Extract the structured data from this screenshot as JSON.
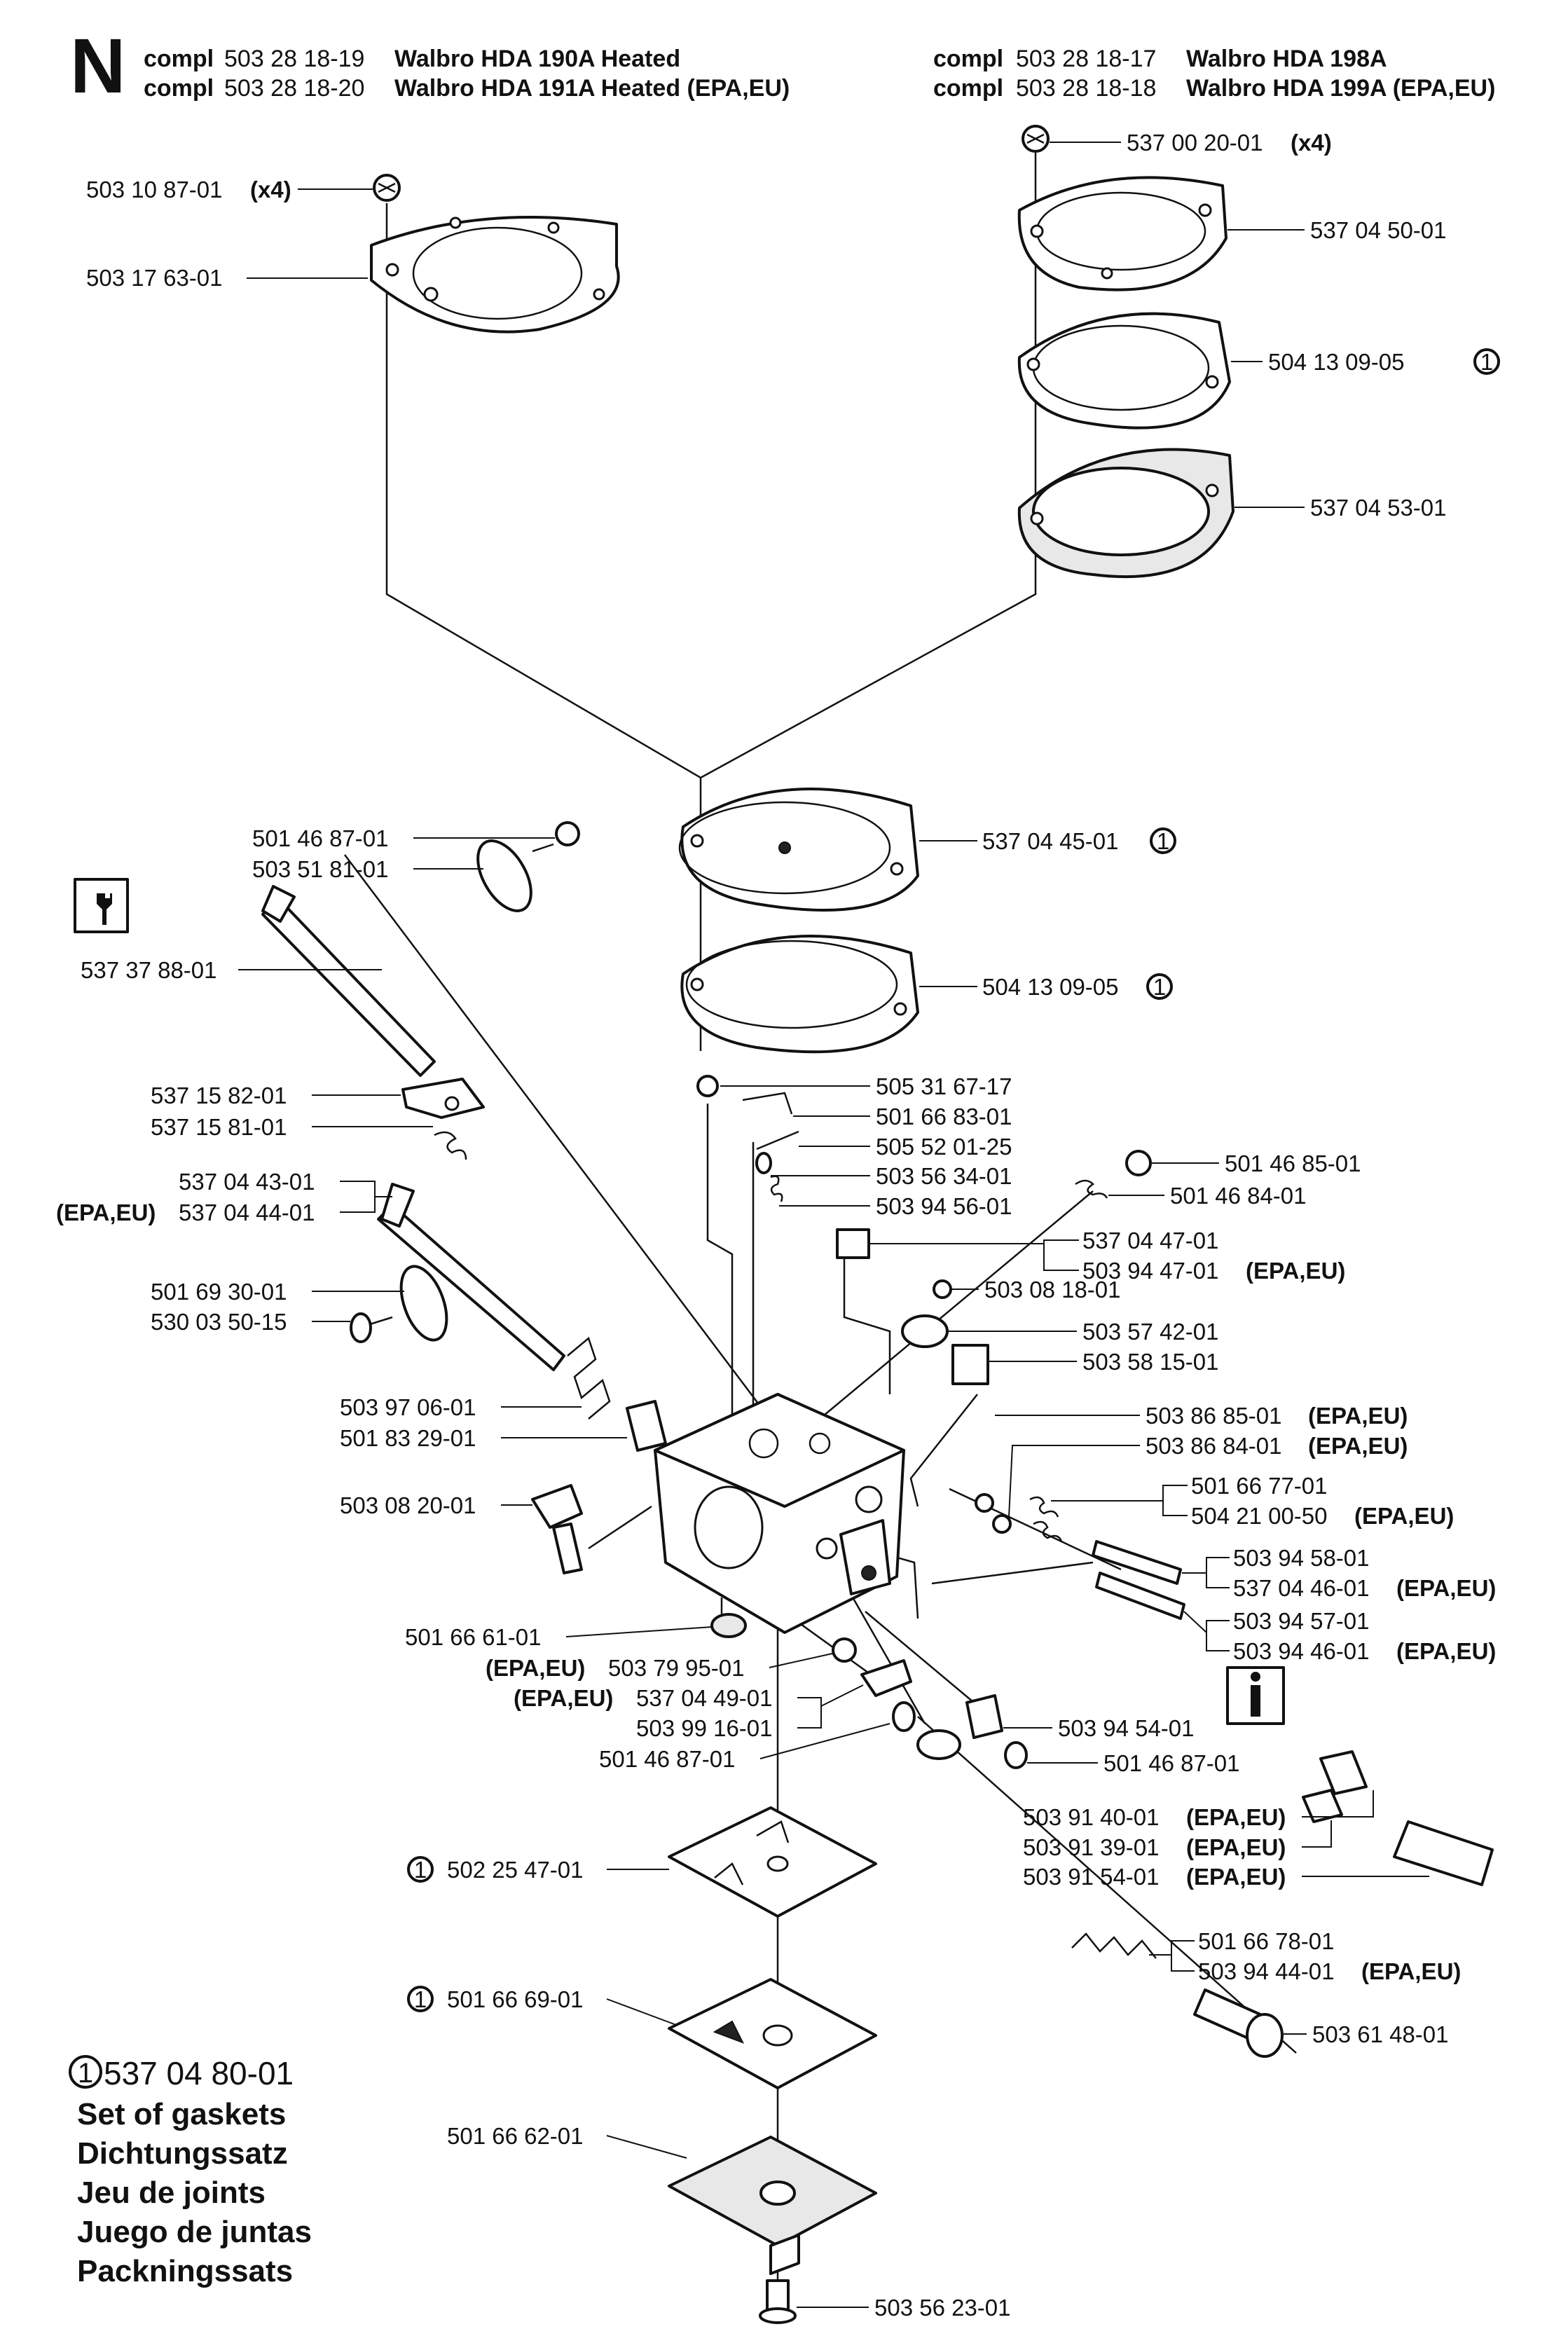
{
  "header": {
    "section_letter": "N",
    "kits": [
      {
        "prefix": "compl",
        "number": "503 28 18-19",
        "name": "Walbro HDA 190A Heated"
      },
      {
        "prefix": "compl",
        "number": "503 28 18-20",
        "name": "Walbro HDA 191A Heated (EPA,EU)"
      },
      {
        "prefix": "compl",
        "number": "503 28 18-17",
        "name": "Walbro HDA 198A"
      },
      {
        "prefix": "compl",
        "number": "503 28 18-18",
        "name": "Walbro HDA 199A (EPA,EU)"
      }
    ]
  },
  "callouts": [
    {
      "number": "503 10 87-01",
      "qty": "(x4)"
    },
    {
      "number": "503 17 63-01"
    },
    {
      "number": "537 00 20-01",
      "qty": "(x4)"
    },
    {
      "number": "537 04 50-01"
    },
    {
      "number": "504 13 09-05",
      "mark": "1"
    },
    {
      "number": "537 04 53-01"
    },
    {
      "number": "501 46 87-01"
    },
    {
      "number": "503 51 81-01"
    },
    {
      "number": "537 04 45-01",
      "mark": "1"
    },
    {
      "number": "537 37 88-01"
    },
    {
      "number": "504 13 09-05",
      "mark": "1"
    },
    {
      "number": "537 15 82-01"
    },
    {
      "number": "537 15 81-01"
    },
    {
      "number": "505 31 67-17"
    },
    {
      "number": "501 66 83-01"
    },
    {
      "number": "505 52 01-25"
    },
    {
      "number": "503 56 34-01"
    },
    {
      "number": "503 94 56-01"
    },
    {
      "number": "501 46 85-01"
    },
    {
      "number": "501 46 84-01"
    },
    {
      "number": "537 04 43-01"
    },
    {
      "number": "537 04 44-01",
      "pre": "(EPA,EU)"
    },
    {
      "number": "537 04 47-01"
    },
    {
      "number": "503 94 47-01",
      "suf": "(EPA,EU)"
    },
    {
      "number": "501 69 30-01"
    },
    {
      "number": "530 03 50-15"
    },
    {
      "number": "503 08 18-01"
    },
    {
      "number": "503 57 42-01"
    },
    {
      "number": "503 58 15-01"
    },
    {
      "number": "503 97 06-01"
    },
    {
      "number": "501 83 29-01"
    },
    {
      "number": "503 86 85-01",
      "suf": "(EPA,EU)"
    },
    {
      "number": "503 86 84-01",
      "suf": "(EPA,EU)"
    },
    {
      "number": "503 08 20-01"
    },
    {
      "number": "501 66 77-01"
    },
    {
      "number": "504 21 00-50",
      "suf": "(EPA,EU)"
    },
    {
      "number": "503 94 58-01"
    },
    {
      "number": "537 04 46-01",
      "suf": "(EPA,EU)"
    },
    {
      "number": "501 66 61-01"
    },
    {
      "number": "503 94 57-01"
    },
    {
      "number": "503 79 95-01",
      "pre": "(EPA,EU)"
    },
    {
      "number": "503 94 46-01",
      "suf": "(EPA,EU)"
    },
    {
      "number": "537 04 49-01",
      "pre": "(EPA,EU)"
    },
    {
      "number": "503 99 16-01"
    },
    {
      "number": "503 94 54-01"
    },
    {
      "number": "501 46 87-01"
    },
    {
      "number": "501 46 87-01"
    },
    {
      "number": "503 91 40-01",
      "suf": "(EPA,EU)"
    },
    {
      "number": "503 91 39-01",
      "suf": "(EPA,EU)"
    },
    {
      "number": "503 91 54-01",
      "suf": "(EPA,EU)"
    },
    {
      "number": "502 25 47-01",
      "mark": "1"
    },
    {
      "number": "501 66 78-01"
    },
    {
      "number": "503 94 44-01",
      "suf": "(EPA,EU)"
    },
    {
      "number": "501 66 69-01",
      "mark": "1"
    },
    {
      "number": "503 61 48-01"
    },
    {
      "number": "501 66 62-01"
    },
    {
      "number": "503 56 23-01"
    }
  ],
  "gasket_set": {
    "mark": "1",
    "number": "537 04 80-01",
    "names": [
      "Set of gaskets",
      "Dichtungssatz",
      "Jeu de joints",
      "Juego de juntas",
      "Packningssats"
    ]
  },
  "icons": [
    "wrench-tool-icon",
    "info-icon"
  ]
}
